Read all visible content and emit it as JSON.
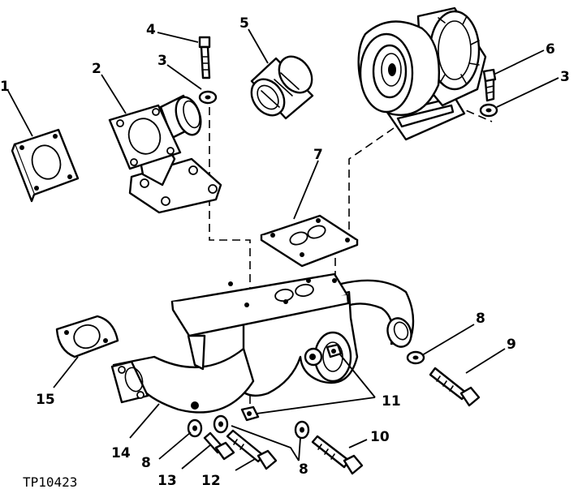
{
  "figure_id": "TP10423",
  "callouts": {
    "c1": "1",
    "c2": "2",
    "c3a": "3",
    "c3b": "3",
    "c4": "4",
    "c5": "5",
    "c6": "6",
    "c7": "7",
    "c8a": "8",
    "c8b": "8",
    "c8c": "8",
    "c9": "9",
    "c10": "10",
    "c11": "11",
    "c12": "12",
    "c13": "13",
    "c14": "14",
    "c15": "15"
  }
}
